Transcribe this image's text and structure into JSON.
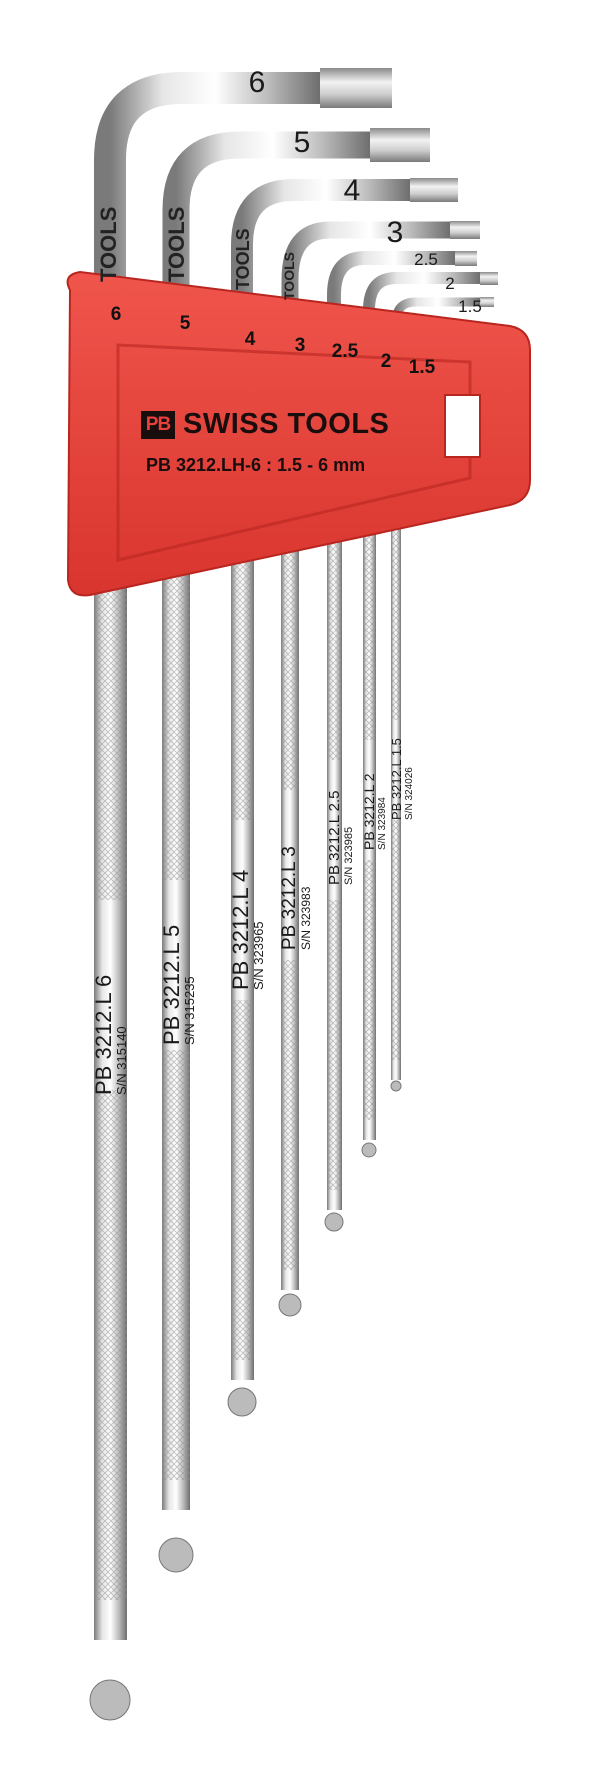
{
  "brand": {
    "logo_mark": "PB",
    "name": "SWISS TOOLS",
    "set_code": "PB 3212.LH-6 : 1.5 - 6 mm"
  },
  "colors": {
    "holder": "#e8403a",
    "holder_dark": "#c42a24",
    "steel": "#c8c8c8",
    "background": "#ffffff"
  },
  "keys": [
    {
      "size": "6",
      "holder_label": "6",
      "part": "PB 3212.L 6",
      "serial": "S/N 315140"
    },
    {
      "size": "5",
      "holder_label": "5",
      "part": "PB 3212.L 5",
      "serial": "S/N 315235"
    },
    {
      "size": "4",
      "holder_label": "4",
      "part": "PB 3212.L 4",
      "serial": "S/N 323965"
    },
    {
      "size": "3",
      "holder_label": "3",
      "part": "PB 3212.L 3",
      "serial": "S/N 323983"
    },
    {
      "size": "2.5",
      "holder_label": "2.5",
      "part": "PB 3212.L 2.5",
      "serial": "S/N 323985"
    },
    {
      "size": "2",
      "holder_label": "2",
      "part": "PB 3212.L 2",
      "serial": "S/N 323984"
    },
    {
      "size": "1.5",
      "holder_label": "1.5",
      "part": "PB 3212.L 1.5",
      "serial": "S/N 324026"
    }
  ],
  "vertical_branding": [
    "TOOLS",
    "TOOLS",
    "TOOLS",
    "TOOLS"
  ]
}
